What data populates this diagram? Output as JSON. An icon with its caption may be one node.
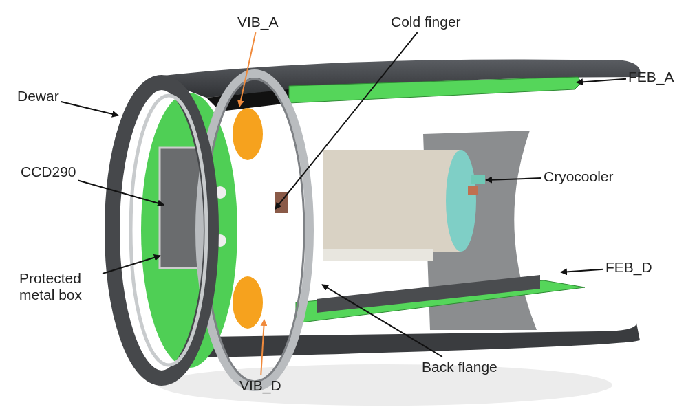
{
  "diagram": {
    "nodes": [
      {
        "text": [
          "VIB_A"
        ]
      },
      {
        "text": [
          "Cold finger"
        ]
      },
      {
        "text": [
          "Dewar"
        ]
      },
      {
        "text": [
          "FEB_A"
        ]
      },
      {
        "text": [
          "CCD290"
        ]
      },
      {
        "text": [
          "Cryocooler"
        ]
      },
      {
        "text": [
          "Protected metal box"
        ]
      },
      {
        "text": [
          "FEB_D"
        ]
      },
      {
        "text": [
          "Back flange"
        ]
      },
      {
        "text": [
          "VIB_D"
        ]
      }
    ],
    "edges": [
      {
        "from": 0,
        "to": null,
        "arrow": "to",
        "color": "#f08a3c"
      },
      {
        "from": 1,
        "to": null,
        "arrow": "to"
      },
      {
        "from": 2,
        "to": null,
        "arrow": "to"
      },
      {
        "from": 3,
        "to": null,
        "arrow": "to"
      },
      {
        "from": 4,
        "to": null,
        "arrow": "to"
      },
      {
        "from": 5,
        "to": null,
        "arrow": "to"
      },
      {
        "from": 6,
        "to": null,
        "arrow": "to"
      },
      {
        "from": 7,
        "to": null,
        "arrow": "to"
      },
      {
        "from": 8,
        "to": null,
        "arrow": "to"
      },
      {
        "from": 9,
        "to": null,
        "arrow": "to",
        "color": "#f08a3c"
      }
    ]
  }
}
